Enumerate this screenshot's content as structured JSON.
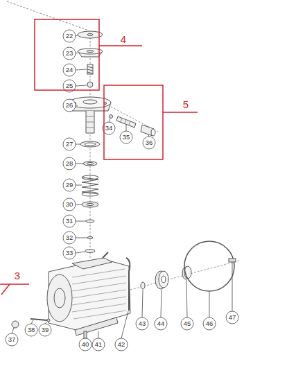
{
  "diagram": {
    "labels": [
      "4",
      "5",
      "3",
      "22",
      "23",
      "24",
      "25",
      "26",
      "27",
      "28",
      "29",
      "30",
      "31",
      "32",
      "33",
      "34",
      "35",
      "36",
      "37",
      "38",
      "39",
      "40",
      "41",
      "42",
      "43",
      "44",
      "45",
      "46",
      "47"
    ]
  }
}
